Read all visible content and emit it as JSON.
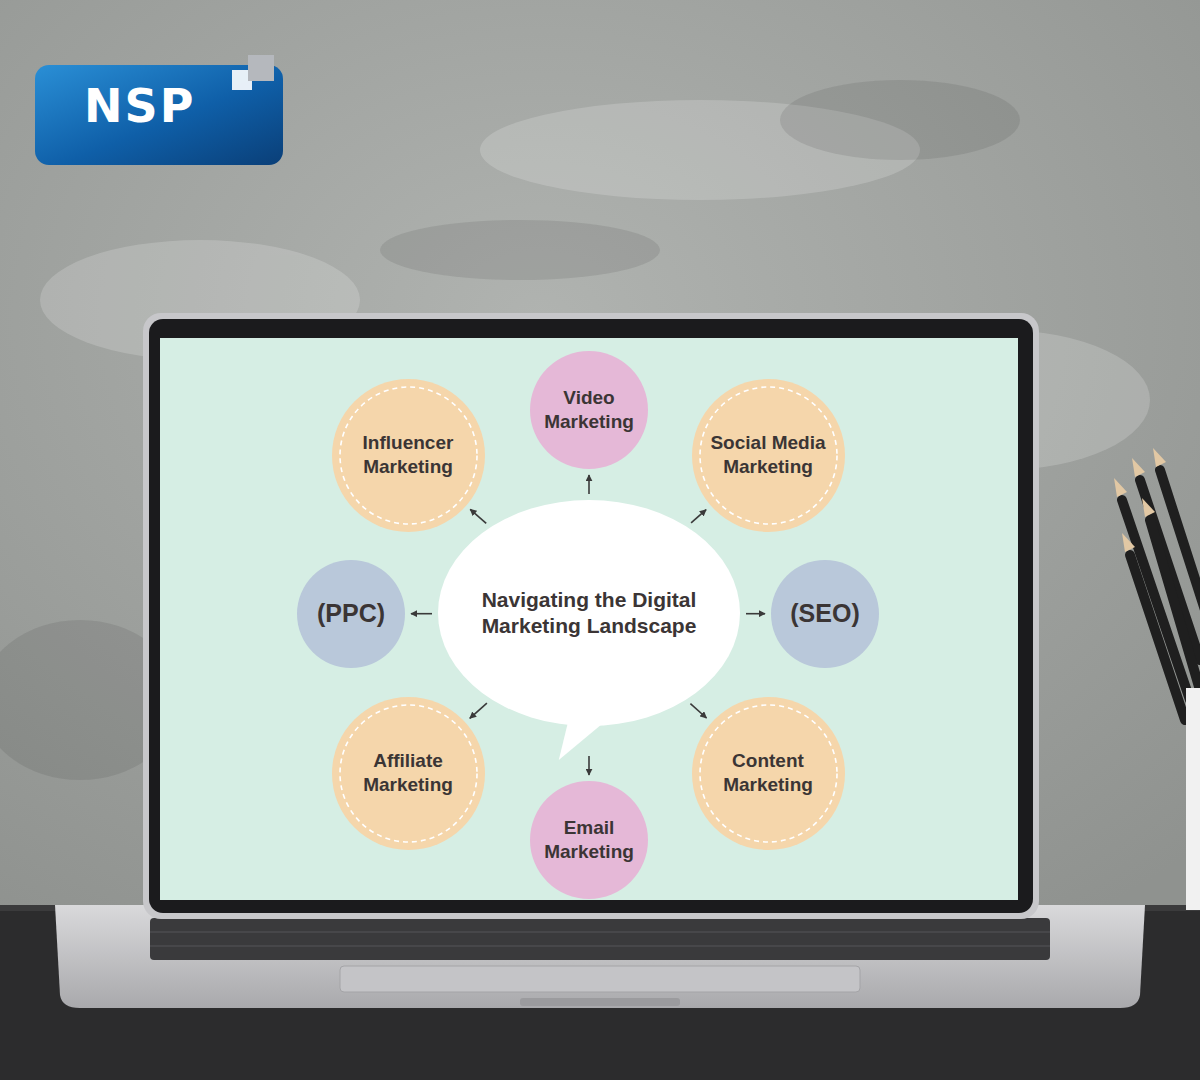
{
  "diagram": {
    "nodes": [
      {
        "text": [
          "Video Marketing"
        ]
      },
      {
        "text": [
          "Influencer Marketing"
        ]
      },
      {
        "text": [
          "Social Media Marketing"
        ]
      },
      {
        "text": [
          "(PPC)"
        ]
      },
      {
        "text": [
          "Navigating the Digital Marketing Landscape"
        ]
      },
      {
        "text": [
          "(SEO)"
        ]
      },
      {
        "text": [
          "Affiliate Marketing"
        ]
      },
      {
        "text": [
          "Content Marketing"
        ]
      },
      {
        "text": [
          "Email Marketing"
        ]
      }
    ],
    "edges": [
      {
        "from": 4,
        "to": 0,
        "arrow": "to"
      },
      {
        "from": 4,
        "to": 1,
        "arrow": "to"
      },
      {
        "from": 4,
        "to": 2,
        "arrow": "to"
      },
      {
        "from": 4,
        "to": 3,
        "arrow": "to"
      },
      {
        "from": 4,
        "to": 5,
        "arrow": "to"
      },
      {
        "from": 4,
        "to": 6,
        "arrow": "to"
      },
      {
        "from": 4,
        "to": 7,
        "arrow": "to"
      },
      {
        "from": 4,
        "to": 8,
        "arrow": "to"
      }
    ],
    "labels": [
      "NSP"
    ]
  }
}
